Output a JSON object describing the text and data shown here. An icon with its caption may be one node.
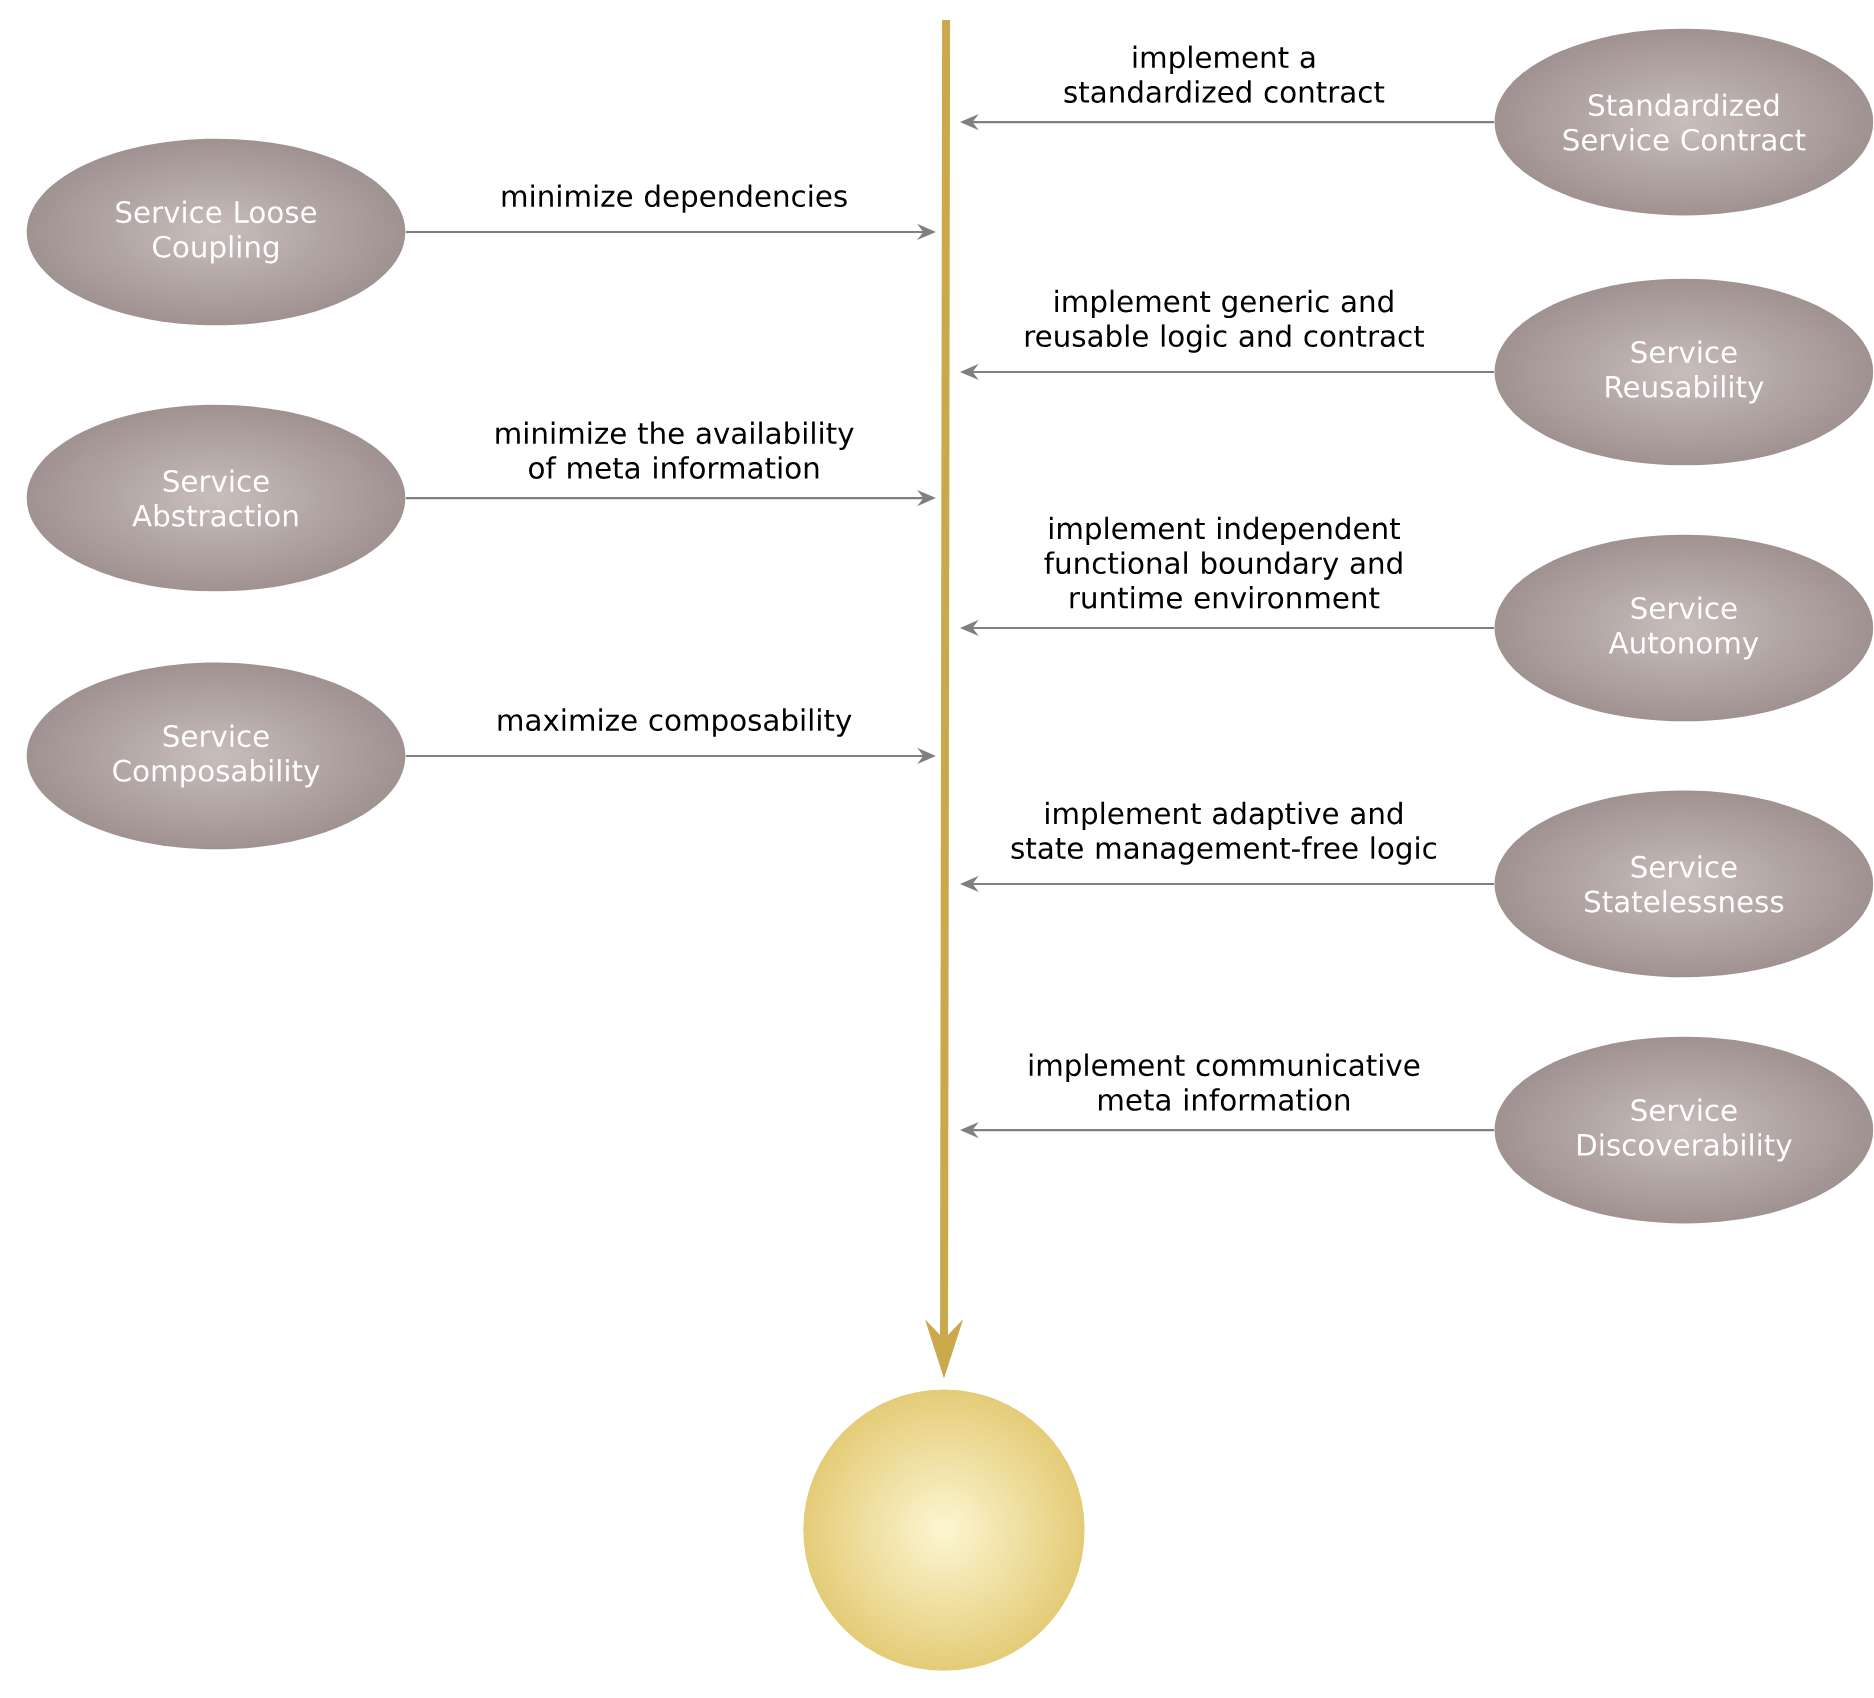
{
  "diagram": {
    "nodes": [
      {
        "text": [
          "Standardized Service Contract"
        ]
      },
      {
        "text": [
          "Service Loose Coupling"
        ]
      },
      {
        "text": [
          "Service Reusability"
        ]
      },
      {
        "text": [
          "Service Abstraction"
        ]
      },
      {
        "text": [
          "Service Autonomy"
        ]
      },
      {
        "text": [
          "Service Composability"
        ]
      },
      {
        "text": [
          "Service Statelessness"
        ]
      },
      {
        "text": [
          "Service Discoverability"
        ]
      },
      {
        "text": [],
        "shape": "circle"
      }
    ],
    "edges": [
      {
        "from": 0,
        "to": null,
        "arrow": "to",
        "label": "implement a standardized contract"
      },
      {
        "from": 1,
        "to": null,
        "arrow": "to",
        "label": "minimize dependencies"
      },
      {
        "from": 2,
        "to": null,
        "arrow": "to",
        "label": "implement generic and reusable logic and contract"
      },
      {
        "from": 3,
        "to": null,
        "arrow": "to",
        "label": "minimize the availability of meta information"
      },
      {
        "from": 4,
        "to": null,
        "arrow": "to",
        "label": "implement independent functional boundary and runtime environment"
      },
      {
        "from": 5,
        "to": null,
        "arrow": "to",
        "label": "maximize composability"
      },
      {
        "from": 6,
        "to": null,
        "arrow": "to",
        "label": "implement adaptive and state management-free logic"
      },
      {
        "from": 7,
        "to": null,
        "arrow": "to",
        "label": "implement communicative meta information"
      },
      {
        "from": null,
        "to": 8,
        "arrow": "to",
        "style": "thick",
        "color": "#c9a94c"
      }
    ]
  }
}
